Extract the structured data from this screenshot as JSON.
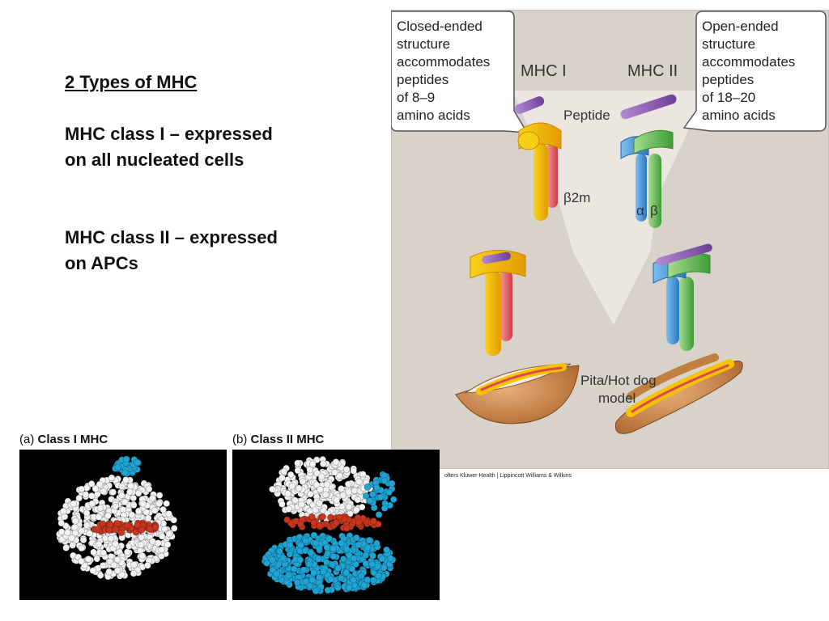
{
  "slide": {
    "heading": "2 Types of MHC",
    "class1_text": "MHC class I – expressed\non all nucleated cells",
    "class2_text": "MHC class II – expressed\non APCs"
  },
  "diagram": {
    "left_callout": [
      "Closed-ended",
      "structure",
      "accommodates",
      "peptides",
      "of 8–9",
      "amino acids"
    ],
    "right_callout": [
      "Open-ended",
      "structure",
      "accommodates",
      "peptides",
      "of 18–20",
      "amino acids"
    ],
    "mhc1_label": "MHC I",
    "mhc2_label": "MHC II",
    "peptide_label": "Peptide",
    "b2m_label": "β2m",
    "alpha_label": "α",
    "beta_label": "β",
    "model_label": [
      "Pita/Hot dog",
      "model"
    ],
    "credit": "olters Kluwer Health | Lippincott Williams & Wilkins",
    "colors": {
      "background": "#d8d2cb",
      "yellow": "#f5c400",
      "red": "#e0464e",
      "blue": "#3a8fd6",
      "green": "#5ab44a",
      "purple": "#8a5ab0",
      "bun": "#b9773a"
    }
  },
  "panels": {
    "a": {
      "letter": "(a)",
      "title": "Class I MHC"
    },
    "b": {
      "letter": "(b)",
      "title": "Class II MHC"
    },
    "colors": {
      "white_atoms": "#f2f2f2",
      "peptide_atoms": "#c8361e",
      "blue_atoms": "#1fa4d4"
    }
  }
}
